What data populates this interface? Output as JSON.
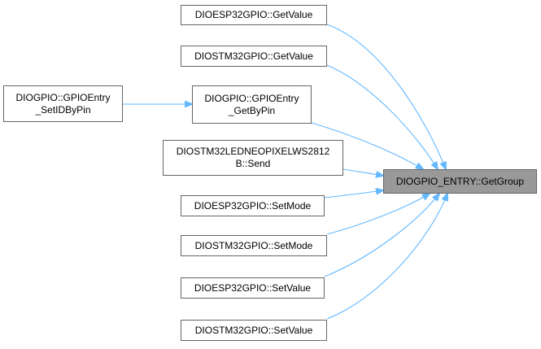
{
  "target": {
    "label": "DIOGPIO_ENTRY::GetGroup"
  },
  "callers": [
    {
      "id": "esp-getvalue",
      "label": "DIOESP32GPIO::GetValue"
    },
    {
      "id": "stm-getvalue",
      "label": "DIOSTM32GPIO::GetValue"
    },
    {
      "id": "entry-getbypin",
      "line1": "DIOGPIO::GPIOEntry",
      "line2": "_GetByPin"
    },
    {
      "id": "led-send",
      "line1": "DIOSTM32LEDNEOPIXELWS2812",
      "line2": "B::Send"
    },
    {
      "id": "esp-setmode",
      "label": "DIOESP32GPIO::SetMode"
    },
    {
      "id": "stm-setmode",
      "label": "DIOSTM32GPIO::SetMode"
    },
    {
      "id": "esp-setvalue",
      "label": "DIOESP32GPIO::SetValue"
    },
    {
      "id": "stm-setvalue",
      "label": "DIOSTM32GPIO::SetValue"
    }
  ],
  "secondary_caller": {
    "line1": "DIOGPIO::GPIOEntry",
    "line2": "_SetIDByPin"
  },
  "colors": {
    "edge": "#63b8ff",
    "node_border": "#666666",
    "target_fill": "#999999"
  }
}
